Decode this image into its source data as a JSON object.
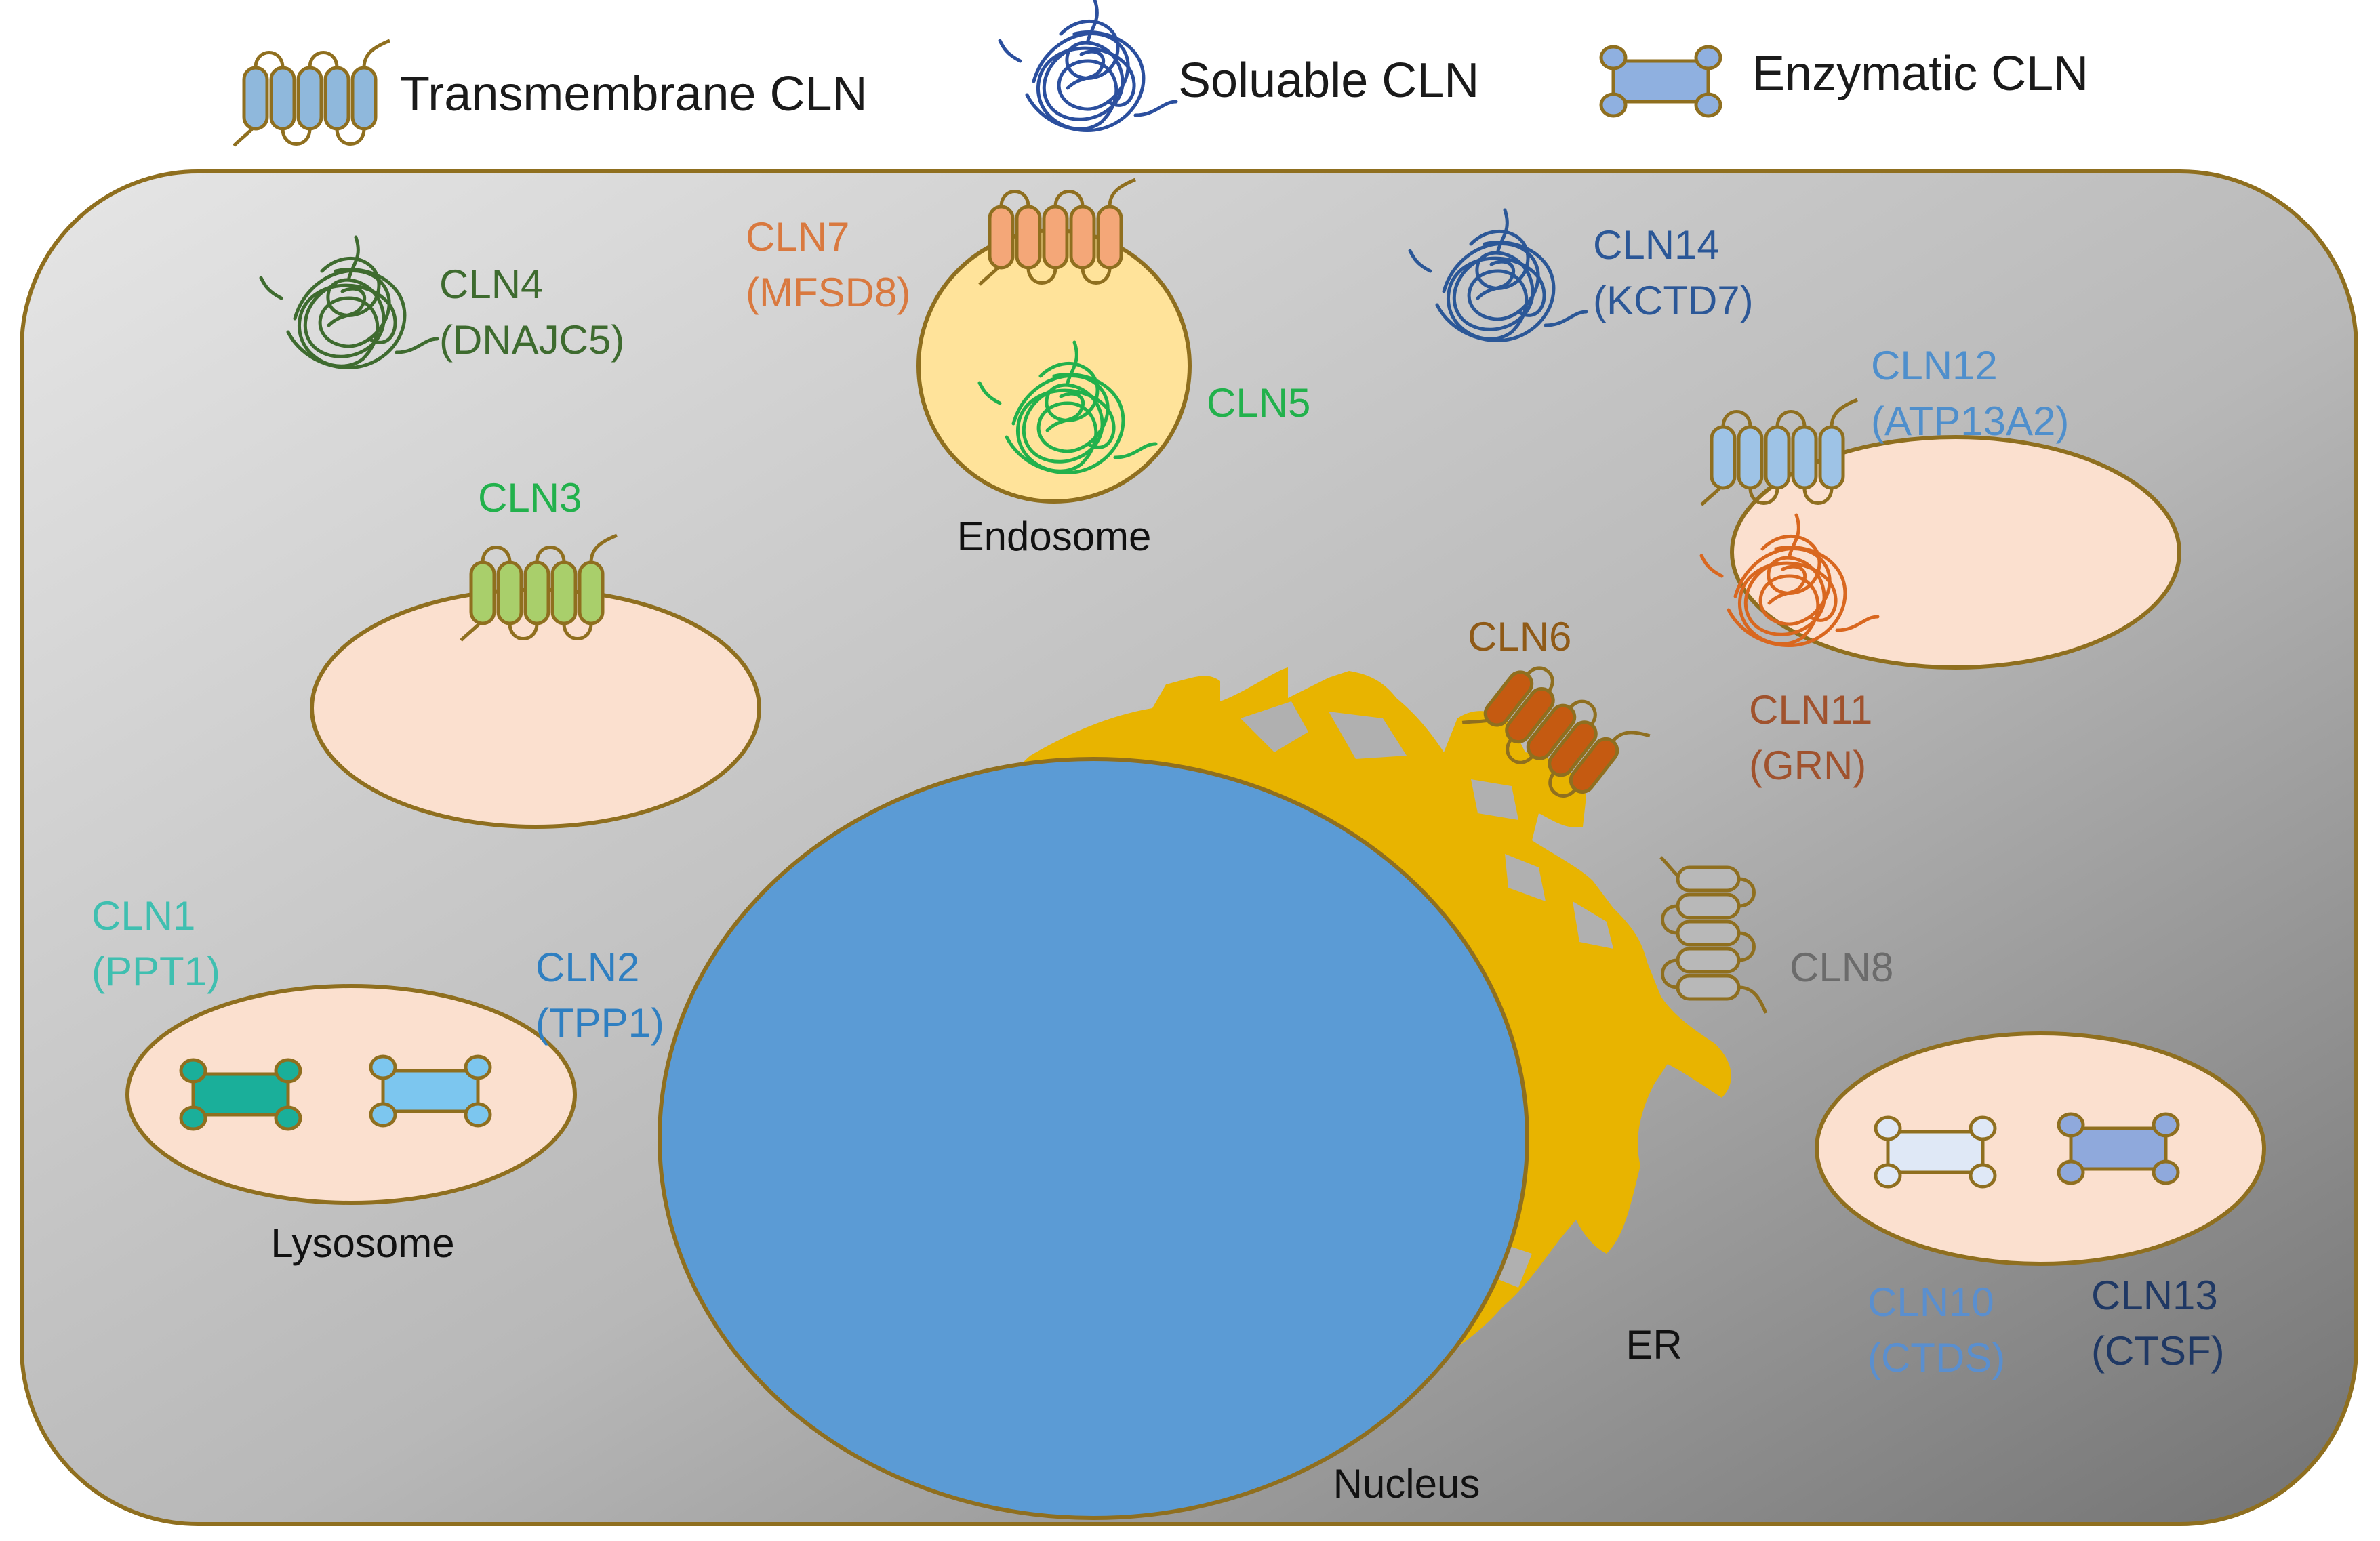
{
  "legend": {
    "transmembrane": "Transmembrane CLN",
    "soluble": "Soluable CLN",
    "enzymatic": "Enzymatic CLN"
  },
  "colors": {
    "membrane_outline": "#8f6f1f",
    "vesicle_fill": "#fbe0cf",
    "endosome_fill": "#ffe39a",
    "nucleus_fill": "#5b9bd5",
    "er_fill": "#e8b400",
    "cell_gradient_start": "#e5e5e5",
    "cell_gradient_end": "#7a7a7a"
  },
  "organelles": {
    "endosome": "Endosome",
    "lysosome": "Lysosome",
    "nucleus": "Nucleus",
    "er": "ER"
  },
  "proteins": [
    {
      "id": "cln4",
      "line1": "CLN4",
      "line2": "(DNAJC5)",
      "color": "#3e6b2f",
      "kind": "soluble"
    },
    {
      "id": "cln7",
      "line1": "CLN7",
      "line2": "(MFSD8)",
      "color": "#d9793f",
      "kind": "transmembrane"
    },
    {
      "id": "cln5",
      "line1": "CLN5",
      "line2": "",
      "color": "#22b14c",
      "kind": "soluble"
    },
    {
      "id": "cln14",
      "line1": "CLN14",
      "line2": "(KCTD7)",
      "color": "#2b5797",
      "kind": "soluble"
    },
    {
      "id": "cln12",
      "line1": "CLN12",
      "line2": "(ATP13A2)",
      "color": "#4f8fcc",
      "kind": "transmembrane"
    },
    {
      "id": "cln3",
      "line1": "CLN3",
      "line2": "",
      "color": "#22b14c",
      "kind": "transmembrane"
    },
    {
      "id": "cln6",
      "line1": "CLN6",
      "line2": "",
      "color": "#8f5a17",
      "kind": "transmembrane"
    },
    {
      "id": "cln11",
      "line1": "CLN11",
      "line2": "(GRN)",
      "color": "#a0522d",
      "kind": "soluble"
    },
    {
      "id": "cln1",
      "line1": "CLN1",
      "line2": "(PPT1)",
      "color": "#3fbfb0",
      "kind": "enzymatic"
    },
    {
      "id": "cln2",
      "line1": "CLN2",
      "line2": "(TPP1)",
      "color": "#2f7fc1",
      "kind": "enzymatic"
    },
    {
      "id": "cln8",
      "line1": "CLN8",
      "line2": "",
      "color": "#6b6b6b",
      "kind": "transmembrane"
    },
    {
      "id": "cln10",
      "line1": "CLN10",
      "line2": "(CTDS)",
      "color": "#5a8fcf",
      "kind": "enzymatic"
    },
    {
      "id": "cln13",
      "line1": "CLN13",
      "line2": "(CTSF)",
      "color": "#1f3864",
      "kind": "enzymatic"
    }
  ]
}
